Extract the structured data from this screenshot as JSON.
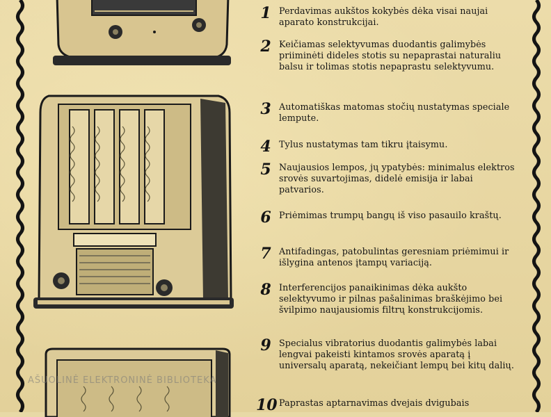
{
  "features": [
    {
      "number": "1",
      "text": "Perdavimas aukštos kokybės dėka visai naujai aparato konstrukcijai."
    },
    {
      "number": "2",
      "text": "Keičiamas selektyvumas duodantis galimybės priiminėti dideles stotis su nepaprastai naturaliu balsu ir tolimas stotis nepaprastu selektyvumu."
    },
    {
      "number": "3",
      "text": "Automatiškas matomas stočių nustatymas speciale lempute."
    },
    {
      "number": "4",
      "text": "Tylus nustatymas tam tikru įtaisymu."
    },
    {
      "number": "5",
      "text": "Naujausios lempos, jų ypatybės: minimalus elektros srovės suvartojimas, didelė emisija ir labai patvarios."
    },
    {
      "number": "6",
      "text": "Priėmimas trumpų bangų iš viso pasauilo kraštų."
    },
    {
      "number": "7",
      "text": "Antifadingas, patobulintas geresniam priėmimui ir išlygina antenos įtampų variaciją."
    },
    {
      "number": "8",
      "text": "Interferencijos panaikinimas dėka aukšto selektyvumo ir pilnas pašalinimas braškėjimo bei švilpimo naujausiomis filtrų konstrukcijomis."
    },
    {
      "number": "9",
      "text": "Specialus vibratorius duodantis galimybės labai lengvai pakeisti kintamos srovės aparatą į universalų aparatą, nekeičiant lempų bei kitų dalių."
    },
    {
      "number": "10",
      "text": "Paprastas aptarnavimas dvejais dvigubais"
    }
  ],
  "watermark": "AŠUOLINĖ ELEKTRONINĖ BIBLIOTEKA",
  "colors": {
    "paper": "#e8d9a6",
    "ink": "#141414"
  }
}
